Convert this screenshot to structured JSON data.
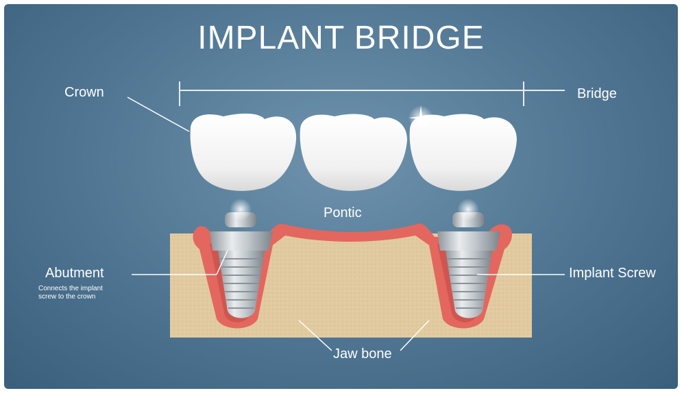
{
  "title": "IMPLANT BRIDGE",
  "labels": {
    "crown": "Crown",
    "bridge": "Bridge",
    "pontic": "Pontic",
    "abutment": "Abutment",
    "abutment_desc": "Connects the implant\nscrew to the crown",
    "implant_screw": "Implant Screw",
    "jaw_bone": "Jaw bone"
  },
  "colors": {
    "background": "#4f7592",
    "gum": "#e3675f",
    "bone": "#e2caa0",
    "crown": "#f4f4f4",
    "metal": "#b9bfc4",
    "text": "#ffffff"
  }
}
